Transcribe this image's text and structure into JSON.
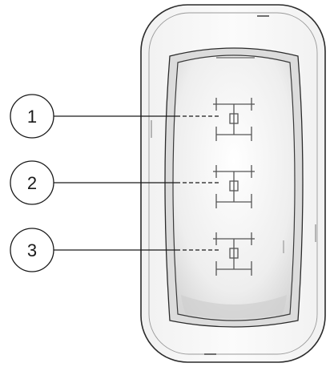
{
  "callouts": [
    {
      "label": "1",
      "symbol": "drivetrain-4wd-icon"
    },
    {
      "label": "2",
      "symbol": "drivetrain-4wd-icon"
    },
    {
      "label": "3",
      "symbol": "drivetrain-4wd-icon"
    }
  ],
  "colors": {
    "outline": "#2b2b2b",
    "bezel_fill": "#f6f6f6",
    "button_fill": "#e9e9e9",
    "symbol": "#555555"
  }
}
